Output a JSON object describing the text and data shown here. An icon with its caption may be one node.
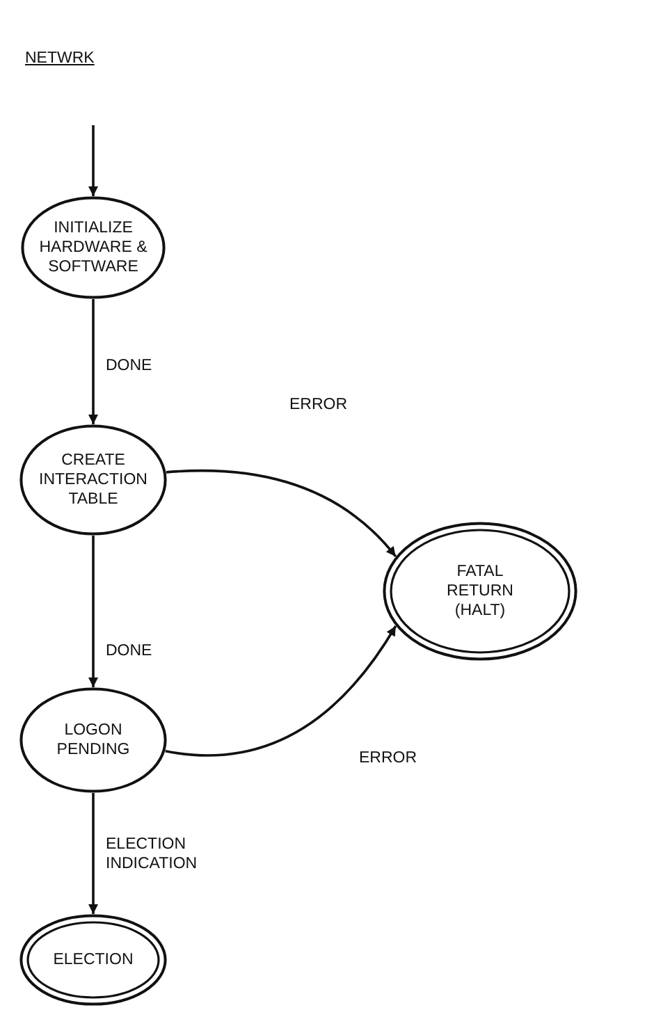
{
  "diagram": {
    "title": "NETWRK",
    "nodes": [
      {
        "text": [
          "INITIALIZE HARDWARE & SOFTWARE"
        ]
      },
      {
        "text": [
          "CREATE INTERACTION TABLE"
        ]
      },
      {
        "text": [
          "FATAL RETURN (HALT)"
        ]
      },
      {
        "text": [
          "LOGON PENDING"
        ]
      },
      {
        "text": [
          "ELECTION"
        ]
      }
    ],
    "edges": [
      {
        "from": null,
        "to": 0,
        "arrow": "to"
      },
      {
        "from": 0,
        "to": 1,
        "arrow": "to",
        "label": "DONE"
      },
      {
        "from": 1,
        "to": 2,
        "arrow": "to",
        "label": "ERROR"
      },
      {
        "from": 1,
        "to": 3,
        "arrow": "to",
        "label": "DONE"
      },
      {
        "from": 3,
        "to": 2,
        "arrow": "to",
        "label": "ERROR"
      },
      {
        "from": 3,
        "to": 4,
        "arrow": "to",
        "label": "ELECTION INDICATION"
      }
    ]
  }
}
